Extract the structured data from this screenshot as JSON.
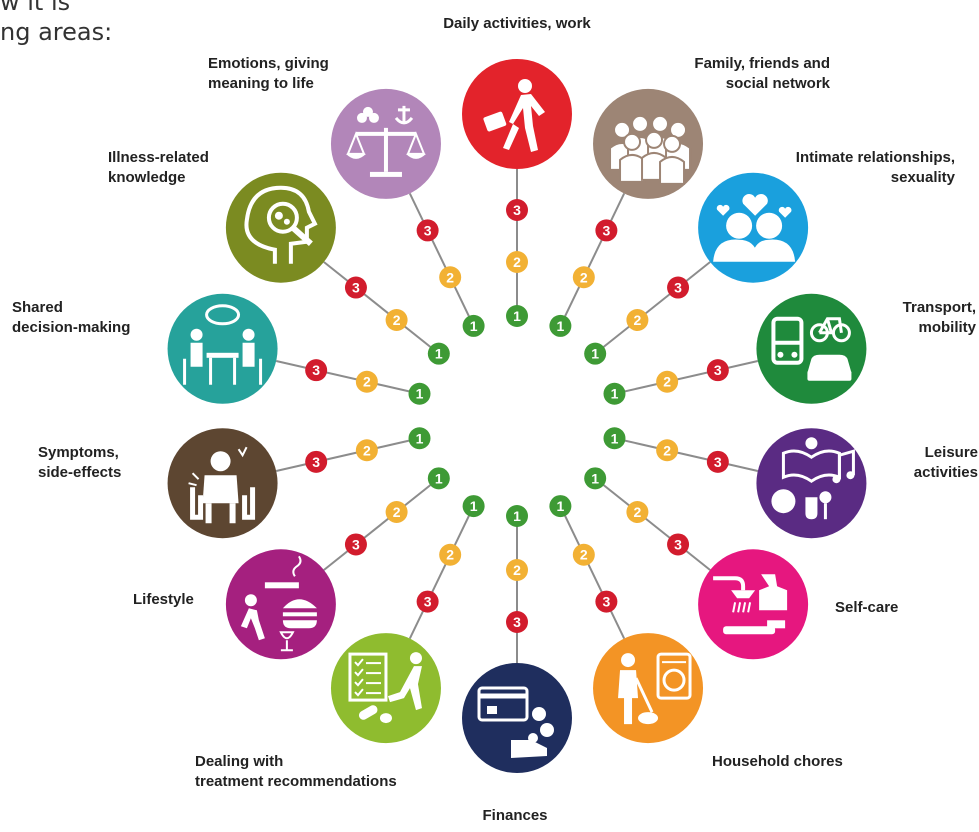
{
  "intro": {
    "line1": "w it is",
    "line2": "ng areas:"
  },
  "levels": [
    "1",
    "2",
    "3"
  ],
  "level_colors": {
    "1": "#3e9a35",
    "2": "#f2b134",
    "3": "#d21c2d"
  },
  "areas": [
    {
      "id": "daily",
      "lines": [
        "Daily activities, work"
      ],
      "color": "#e3232b",
      "icon": "walking-person-briefcase"
    },
    {
      "id": "family",
      "lines": [
        "Family, friends and",
        "social network"
      ],
      "color": "#9d8575",
      "icon": "group-of-people"
    },
    {
      "id": "intimate",
      "lines": [
        "Intimate relationships,",
        "sexuality"
      ],
      "color": "#1aa0dd",
      "icon": "couple-hearts"
    },
    {
      "id": "transport",
      "lines": [
        "Transport,",
        "mobility"
      ],
      "color": "#1f8a3c",
      "icon": "bus-bike-car"
    },
    {
      "id": "leisure",
      "lines": [
        "Leisure",
        "activities"
      ],
      "color": "#5a2b83",
      "icon": "book-ball-music-flower"
    },
    {
      "id": "selfcare",
      "lines": [
        "Self-care"
      ],
      "color": "#e6177f",
      "icon": "shower-toothbrush"
    },
    {
      "id": "household",
      "lines": [
        "Household chores"
      ],
      "color": "#f39425",
      "icon": "person-vacuum-washer"
    },
    {
      "id": "finances",
      "lines": [
        "Finances"
      ],
      "color": "#1f2e5e",
      "icon": "card-coins-hand"
    },
    {
      "id": "treatment",
      "lines": [
        "Dealing with",
        "treatment recommendations"
      ],
      "color": "#8fbc2f",
      "icon": "checklist-exercise-pills"
    },
    {
      "id": "lifestyle",
      "lines": [
        "Lifestyle"
      ],
      "color": "#a5207f",
      "icon": "cigarette-burger-wine-walker"
    },
    {
      "id": "symptoms",
      "lines": [
        "Symptoms,",
        "side-effects"
      ],
      "color": "#5d4631",
      "icon": "distressed-person"
    },
    {
      "id": "shared",
      "lines": [
        "Shared",
        "decision-making"
      ],
      "color": "#26a29b",
      "icon": "two-people-talking-table"
    },
    {
      "id": "illness",
      "lines": [
        "Illness-related",
        "knowledge"
      ],
      "color": "#7b8b21",
      "icon": "head-magnifier"
    },
    {
      "id": "emotions",
      "lines": [
        "Emotions, giving",
        "meaning to life"
      ],
      "color": "#b286b9",
      "icon": "clover-anchor-scales"
    }
  ]
}
